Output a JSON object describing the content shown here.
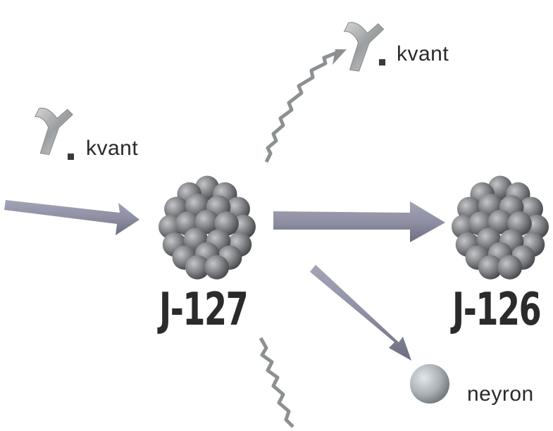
{
  "labels": {
    "incoming_gamma": "kvant",
    "outgoing_gamma": "kvant",
    "parent_nucleus": "J-127",
    "daughter_nucleus": "J-126",
    "neutron": "neyron"
  },
  "icons": {
    "gamma_symbol": "gamma-symbol",
    "nucleus": "nucleon-cluster",
    "neutron": "sphere"
  },
  "colors": {
    "arrow": "#8f8fa4",
    "nucleus": "#7d7f83",
    "neutron": "#a8b0b7",
    "gamma": "#9a9d9f",
    "text": "#2a2a2a"
  }
}
